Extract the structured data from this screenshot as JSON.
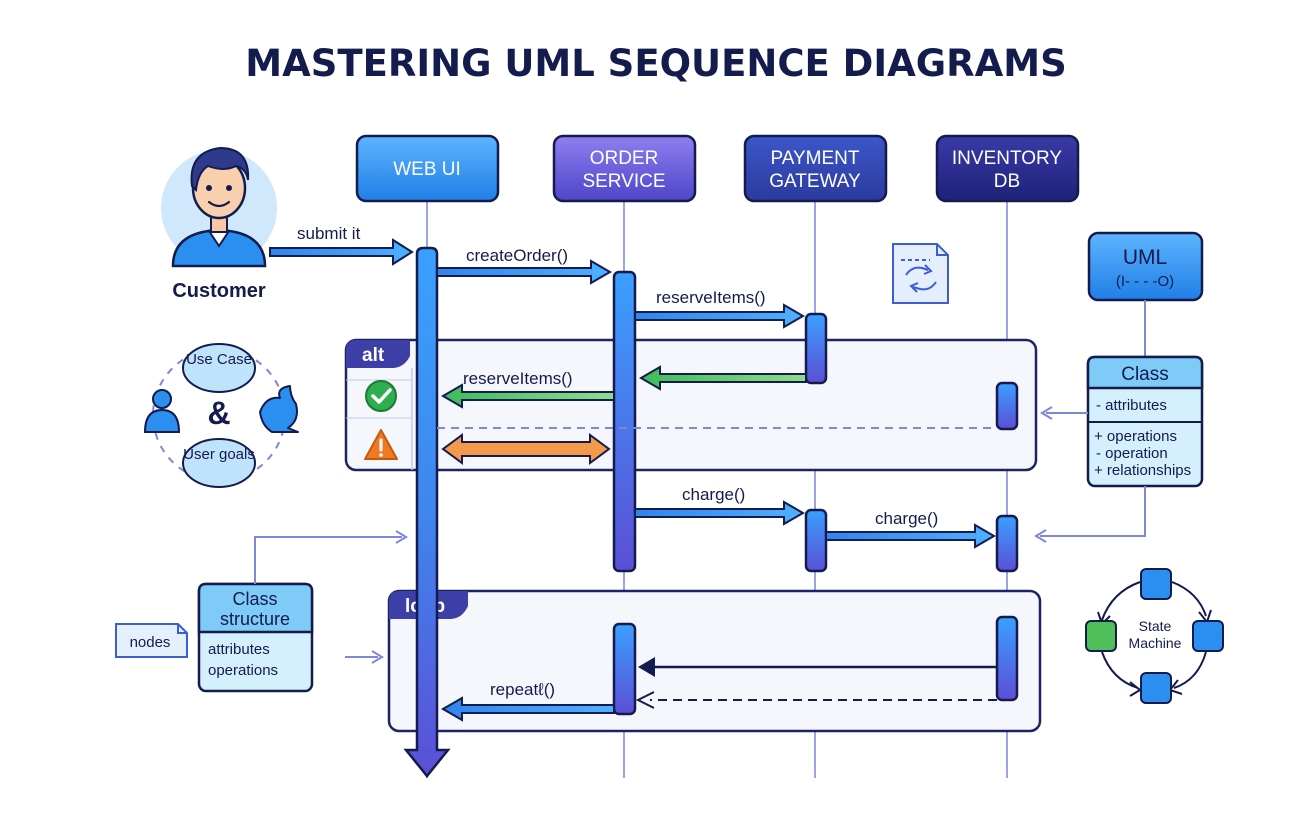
{
  "title": "MASTERING UML SEQUENCE DIAGRAMS",
  "colors": {
    "navy": "#141b4d",
    "blue": "#2b8ff0",
    "purple": "#5b4fd6",
    "indigo": "#2f3596",
    "green": "#2fae4e",
    "orange": "#f07a24"
  },
  "actor": {
    "label": "Customer",
    "icon": "person-avatar-icon"
  },
  "lifelines": [
    {
      "line1": "WEB UI",
      "line2": ""
    },
    {
      "line1": "ORDER",
      "line2": "SERVICE"
    },
    {
      "line1": "PAYMENT",
      "line2": "GATEWAY"
    },
    {
      "line1": "INVENTORY",
      "line2": "DB"
    }
  ],
  "messages": {
    "submit": "submit it",
    "create_order": "createOrder()",
    "reserve_items": "reserveItems()",
    "reserve_items_return": "reserveItems()",
    "charge": "charge()",
    "charge_db": "charge()",
    "repeat": "repeatℓ()"
  },
  "fragments": {
    "alt": "alt",
    "loop": "loop",
    "success_icon": "check-circle-icon",
    "warning_icon": "warning-triangle-icon"
  },
  "use_case": {
    "top": "Use Case",
    "ampersand": "&",
    "bottom": "User goals"
  },
  "uml_badge": {
    "label": "UML",
    "sub": "(I- - - -O)"
  },
  "class_box": {
    "title": "Class",
    "attributes": "- attributes",
    "lines": [
      "+ operations",
      "- operation",
      "+ relationships"
    ]
  },
  "class_structure": {
    "title_line1": "Class",
    "title_line2": "structure",
    "lines": [
      "attributes",
      "operations"
    ]
  },
  "nodes_note": "nodes",
  "state_machine": {
    "line1": "State",
    "line2": "Machine"
  }
}
